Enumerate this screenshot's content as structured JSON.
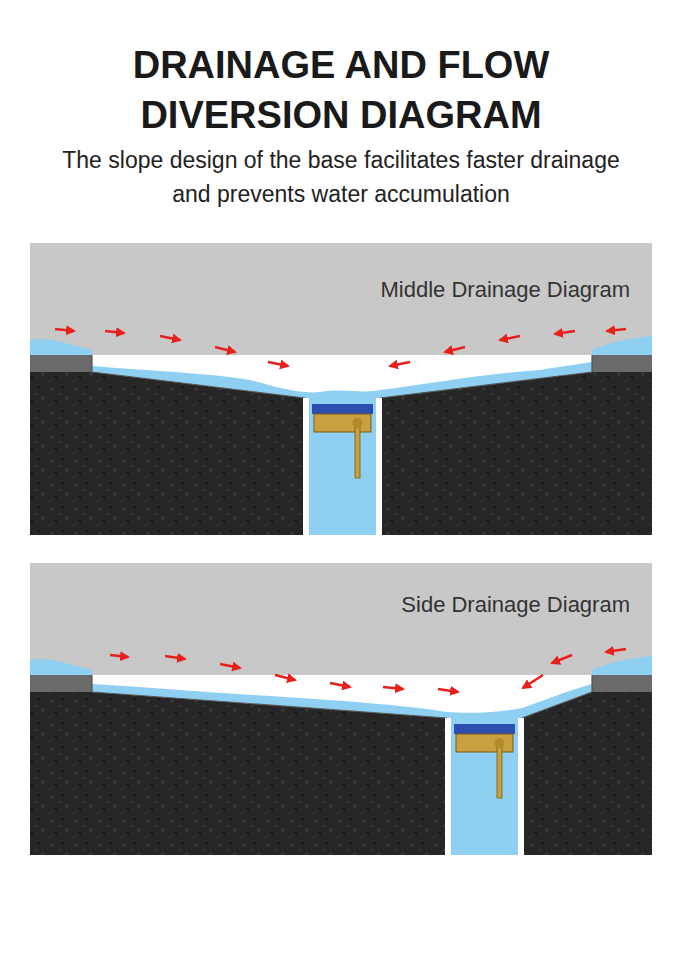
{
  "diagram": {
    "title": "DRAINAGE AND FLOW DIVERSION DIAGRAM",
    "caption": "The slope design of the base facilitates faster drainage and prevents water accumulation",
    "labels": [
      "Middle Drainage Diagram",
      "Side Drainage Diagram"
    ]
  }
}
